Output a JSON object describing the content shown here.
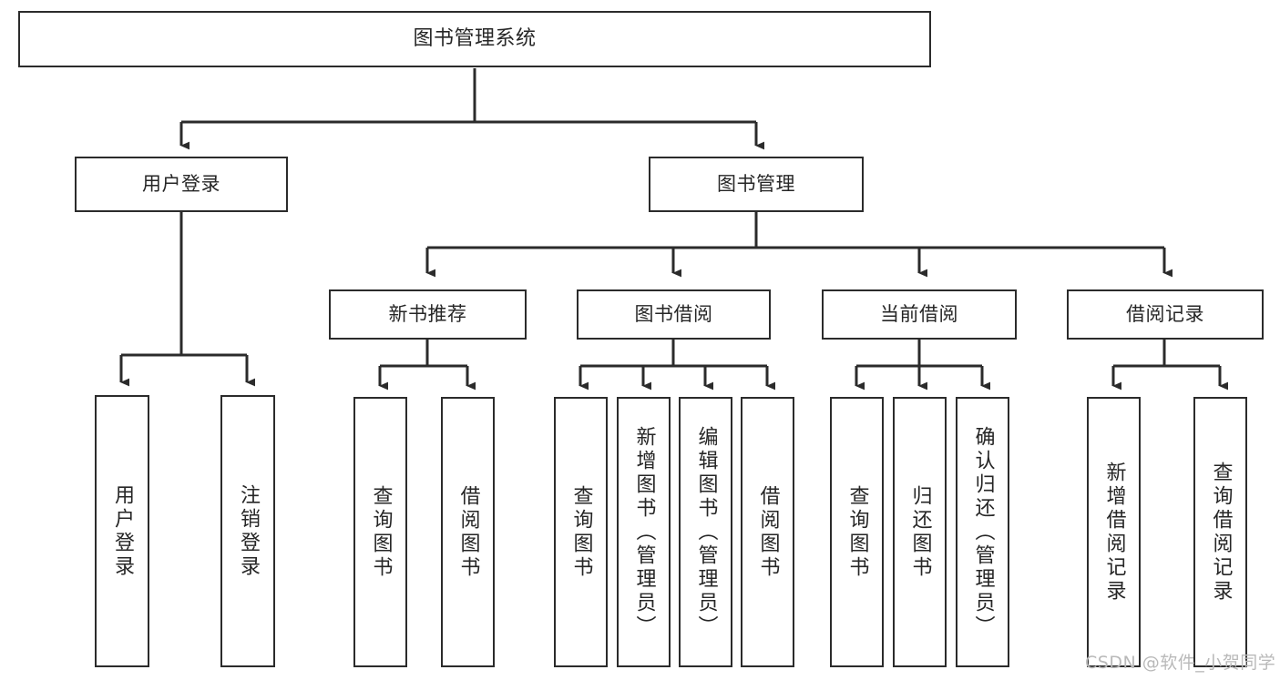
{
  "diagram": {
    "title": "图书管理系统",
    "type": "tree",
    "watermark": "CSDN @软件_小贺同学",
    "colors": {
      "box_border": "#2b2b2b",
      "box_fill": "#ffffff",
      "text": "#262626",
      "connector": "#2b2b2b",
      "watermark": "#b9b9b9",
      "background": "#ffffff"
    },
    "nodes": {
      "root": {
        "label": "图书管理系统"
      },
      "level1": [
        {
          "label": "用户登录"
        },
        {
          "label": "图书管理"
        }
      ],
      "level2": [
        {
          "label": "新书推荐"
        },
        {
          "label": "图书借阅"
        },
        {
          "label": "当前借阅"
        },
        {
          "label": "借阅记录"
        }
      ],
      "leaves": {
        "user_login": [
          {
            "label": "用户登录"
          },
          {
            "label": "注销登录"
          }
        ],
        "new_book": [
          {
            "label": "查询图书"
          },
          {
            "label": "借阅图书"
          }
        ],
        "book_borrow": [
          {
            "label": "查询图书"
          },
          {
            "label": "新增图书（管理员）"
          },
          {
            "label": "编辑图书（管理员）"
          },
          {
            "label": "借阅图书"
          }
        ],
        "current_borrow": [
          {
            "label": "查询图书"
          },
          {
            "label": "归还图书"
          },
          {
            "label": "确认归还（管理员）"
          }
        ],
        "borrow_record": [
          {
            "label": "新增借阅记录"
          },
          {
            "label": "查询借阅记录"
          }
        ]
      }
    }
  }
}
